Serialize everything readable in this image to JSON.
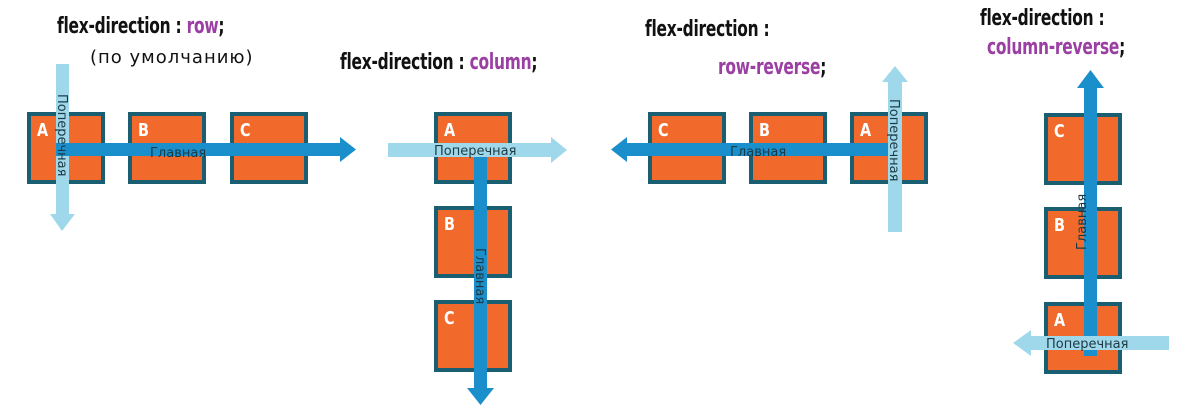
{
  "panels": [
    {
      "title_prefix": "flex-direction : ",
      "title_value": "row",
      "title_suffix": ";",
      "subtitle": "(по умолчанию)",
      "boxes": [
        "A",
        "B",
        "C"
      ],
      "main_axis_label": "Главная",
      "cross_axis_label": "Поперечная"
    },
    {
      "title_prefix": "flex-direction : ",
      "title_value": "column",
      "title_suffix": ";",
      "boxes": [
        "A",
        "B",
        "C"
      ],
      "main_axis_label": "Главная",
      "cross_axis_label": "Поперечная"
    },
    {
      "title_prefix": "flex-direction : ",
      "title_value": "row-reverse",
      "title_suffix": ";",
      "boxes": [
        "C",
        "B",
        "A"
      ],
      "main_axis_label": "Главная",
      "cross_axis_label": "Поперечная"
    },
    {
      "title_prefix": "flex-direction : ",
      "title_value": "column-reverse",
      "title_suffix": ";",
      "boxes": [
        "C",
        "B",
        "A"
      ],
      "main_axis_label": "Главная",
      "cross_axis_label": "Поперечная"
    }
  ],
  "colors": {
    "box_fill": "#f16a2c",
    "box_border": "#1a5e72",
    "main_axis": "#1a8fcc",
    "cross_axis": "#9fd8ea",
    "keyword": "#9b3fa3"
  }
}
